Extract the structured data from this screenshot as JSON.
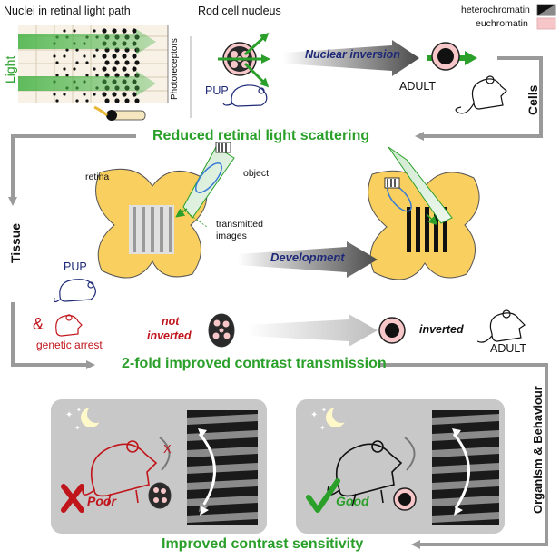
{
  "labels": {
    "nuclei_path": "Nuclei in retinal light path",
    "rod_nucleus": "Rod cell nucleus",
    "heterochromatin": "heterochromatin",
    "euchromatin": "euchromatin",
    "light": "Light",
    "photoreceptors": "Photoreceptors",
    "nuclear_inversion": "Nuclear inversion",
    "pup": "PUP",
    "adult": "ADULT",
    "cells": "Cells",
    "reduced_scatter": "Reduced retinal light scattering",
    "retina": "retina",
    "object": "object",
    "transmitted_1": "transmitted",
    "transmitted_2": "images",
    "tissue": "Tissue",
    "development": "Development",
    "ampersand": "&",
    "genetic_arrest": "genetic arrest",
    "not": "not",
    "inverted_lbl": "inverted",
    "inverted_right": "inverted",
    "contrast_transmission": "2-fold improved contrast transmission",
    "organism": "Organism & Behaviour",
    "poor": "Poor",
    "good": "Good",
    "x_mark": "X",
    "improved_sensitivity": "Improved contrast sensitivity"
  },
  "colors": {
    "green": "#2aa02a",
    "red": "#c0151b",
    "navy": "#1e2a78",
    "retina_yellow": "#f9cf5f",
    "gray_arrow": "#9a9a9a",
    "panel_gray": "#c8c8c8",
    "euchromatin_pink": "#f6c6c8"
  }
}
